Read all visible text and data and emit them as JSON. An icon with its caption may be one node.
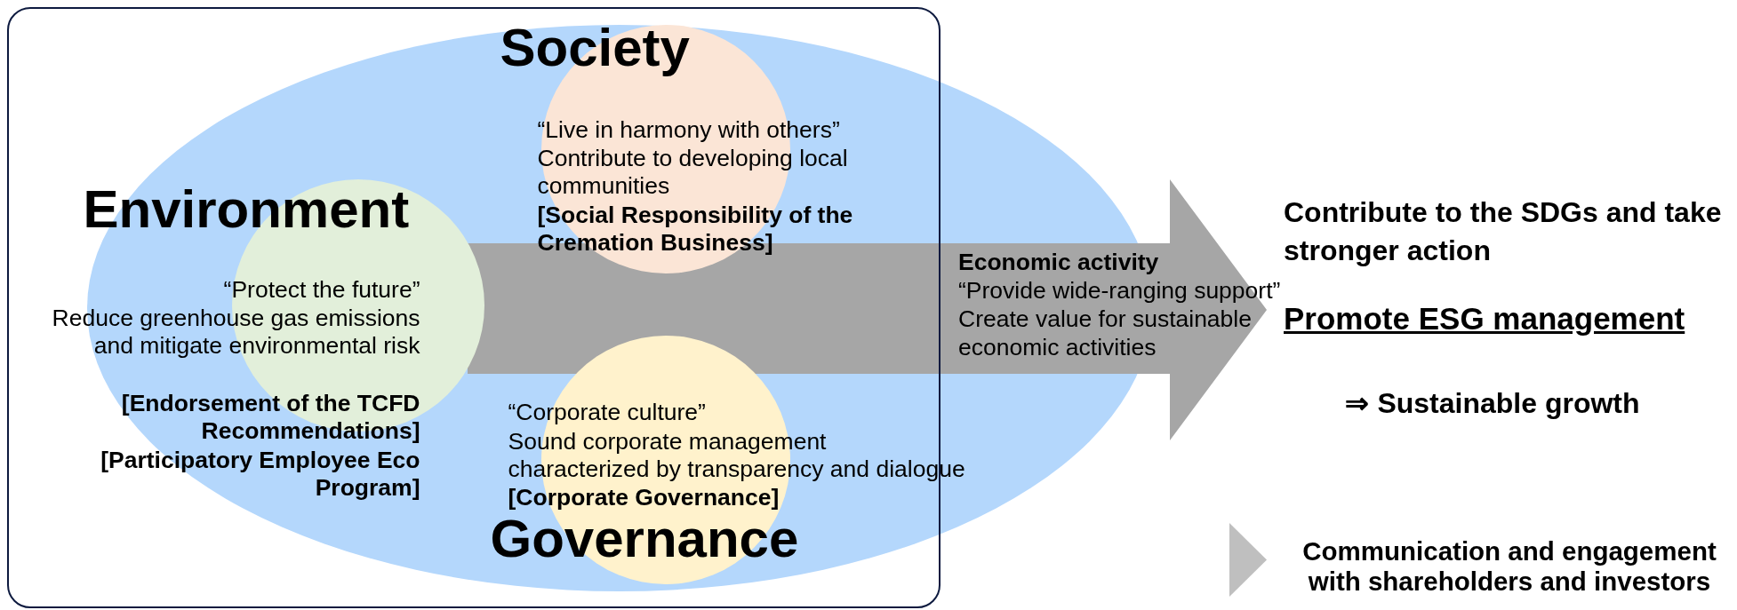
{
  "diagram": {
    "nodes": [
      {
        "text": [],
        "shape": "box"
      },
      {
        "text": [],
        "shape": "ellipse"
      },
      {
        "text": [
          "Environment",
          "“Protect the future”",
          "Reduce greenhouse gas emissions and mitigate environmental risk",
          "[Endorsement of the TCFD Recommendations]",
          "[Participatory Employee Eco Program]"
        ],
        "in": 0
      },
      {
        "text": [
          "Society",
          "“Live in harmony with others”",
          "Contribute to developing local communities",
          "[Social Responsibility of the Cremation Business]"
        ],
        "in": 0
      },
      {
        "text": [
          "“Corporate culture”",
          "Sound corporate management characterized by transparency and dialogue",
          "[Corporate Governance]",
          "Governance"
        ],
        "in": 0
      },
      {
        "text": [
          "Economic activity",
          "“Provide wide-ranging support”",
          "Create value for sustainable economic activities"
        ]
      }
    ],
    "edges": [],
    "labels": [
      "Contribute to the SDGs and take stronger action",
      "Promote ESG management",
      "⇒ Sustainable growth"
    ],
    "legend": [
      {
        "text": "Communication and engagement with shareholders and investors"
      }
    ]
  }
}
